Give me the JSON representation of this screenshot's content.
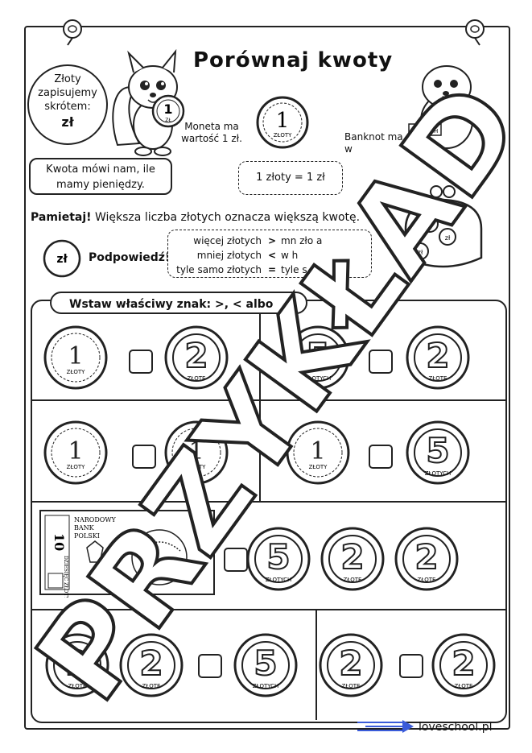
{
  "title": "Porównaj kwoty",
  "bubble": {
    "line1": "Złoty",
    "line2": "zapisujemy",
    "line3": "skrótem:",
    "abbr": "zł"
  },
  "coin_caption": "Moneta ma wartość 1 zł.",
  "banknote_caption_a": "Banknot ma",
  "banknote_caption_b": "w",
  "amount_box": "Kwota mówi nam, ile mamy pieniędzy.",
  "equation": "1 złoty = 1 zł",
  "rule": {
    "bold": "Pamietaj!",
    "text": " Większa liczba złotych oznacza większą kwotę."
  },
  "hint_icon": "zł",
  "hint": "Podpowiedź!",
  "hint_table": [
    {
      "left": "więcej złotych",
      "sym": ">",
      "right": "mn    zło   a"
    },
    {
      "left": "mniej złotych",
      "sym": "<",
      "right": "w          h"
    },
    {
      "left": "tyle samo złotych",
      "sym": "=",
      "right": "tyle s"
    }
  ],
  "instruction": "Wstaw właściwy znak: >, < albo",
  "coin_labels": {
    "one": "ZŁOTY",
    "two": "ZŁOTE",
    "five": "ZŁOTYCH",
    "small_one": "ZŁ"
  },
  "banknote": {
    "line1": "NARODOWY",
    "line2": "BANK",
    "line3": "POLSKI",
    "value": "10",
    "side": "DZIESIĘĆ ZŁOTYCH"
  },
  "purse_coin": "zł",
  "watermark": "PRZYKŁAD",
  "footer": "loveschool.pl",
  "icons": [
    "squirrel-icon",
    "beaver-icon",
    "purse-icon",
    "coin-icon",
    "pushpin-icon",
    "arrow-logo-icon"
  ]
}
